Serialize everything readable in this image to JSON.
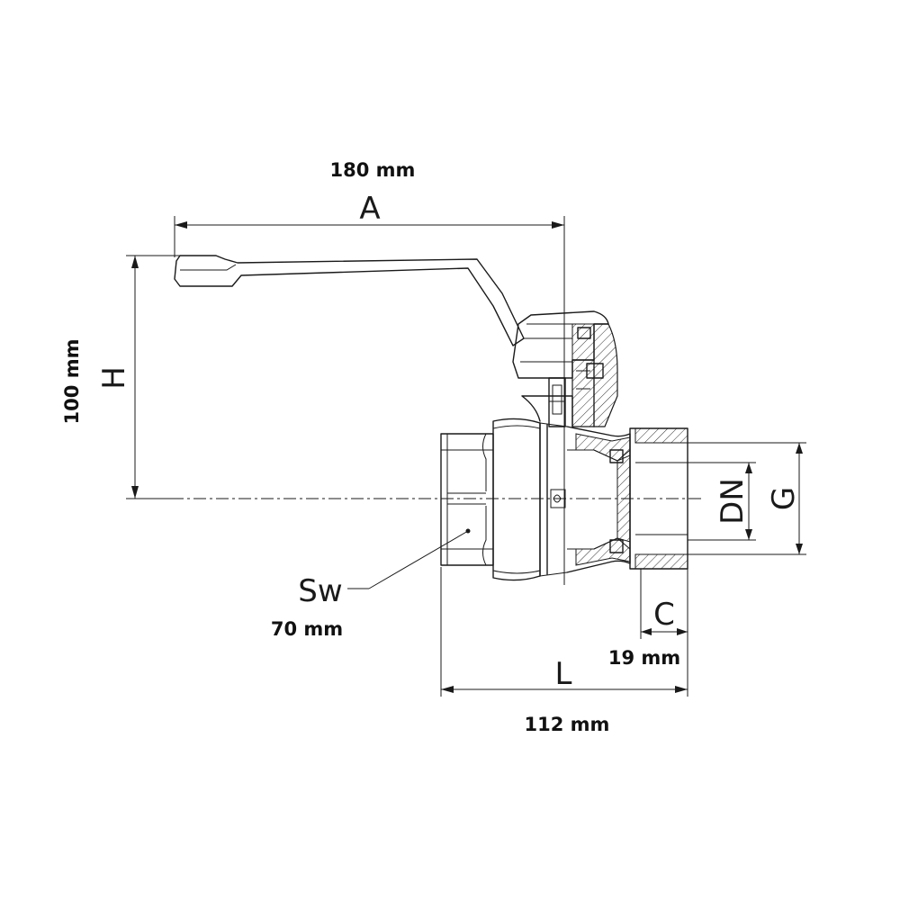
{
  "dimensions": {
    "A": {
      "letter": "A",
      "value": "180 mm"
    },
    "H": {
      "letter": "H",
      "value": "100 mm"
    },
    "L": {
      "letter": "L",
      "value": "112 mm"
    },
    "C": {
      "letter": "C",
      "value": "19 mm"
    },
    "Sw": {
      "letter": "Sw",
      "value": "70 mm"
    },
    "DN": {
      "letter": "DN"
    },
    "G": {
      "letter": "G"
    }
  }
}
